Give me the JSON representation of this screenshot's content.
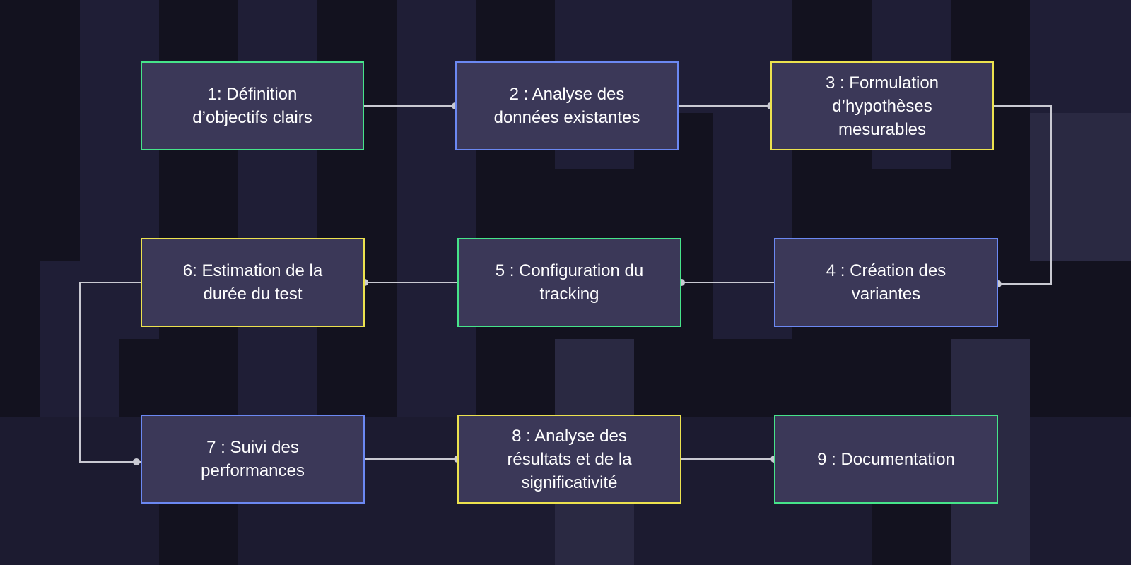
{
  "diagram": {
    "colors": {
      "background": "#13121f",
      "node_fill": "#3b3858",
      "green": "#46e48a",
      "blue": "#6b88f2",
      "yellow": "#ece24e",
      "connector": "#c9c9d2",
      "text": "#ffffff"
    },
    "nodes": [
      {
        "id": "n1",
        "label": "1: Définition\nd’objectifs clairs",
        "border": "green"
      },
      {
        "id": "n2",
        "label": "2 : Analyse des\ndonnées existantes",
        "border": "blue"
      },
      {
        "id": "n3",
        "label": "3 : Formulation\nd’hypothèses\nmesurables",
        "border": "yellow"
      },
      {
        "id": "n4",
        "label": "4 : Création des\nvariantes",
        "border": "blue"
      },
      {
        "id": "n5",
        "label": "5 : Configuration du\ntracking",
        "border": "green"
      },
      {
        "id": "n6",
        "label": "6: Estimation de la\ndurée du test",
        "border": "yellow"
      },
      {
        "id": "n7",
        "label": "7 : Suivi des\nperformances",
        "border": "blue"
      },
      {
        "id": "n8",
        "label": "8 : Analyse des\nrésultats et de la\nsignificativité",
        "border": "yellow"
      },
      {
        "id": "n9",
        "label": "9 : Documentation",
        "border": "green"
      }
    ],
    "edges": [
      {
        "from": "n1",
        "to": "n2"
      },
      {
        "from": "n2",
        "to": "n3"
      },
      {
        "from": "n3",
        "to": "n4"
      },
      {
        "from": "n4",
        "to": "n5"
      },
      {
        "from": "n5",
        "to": "n6"
      },
      {
        "from": "n6",
        "to": "n7"
      },
      {
        "from": "n7",
        "to": "n8"
      },
      {
        "from": "n8",
        "to": "n9"
      }
    ]
  }
}
